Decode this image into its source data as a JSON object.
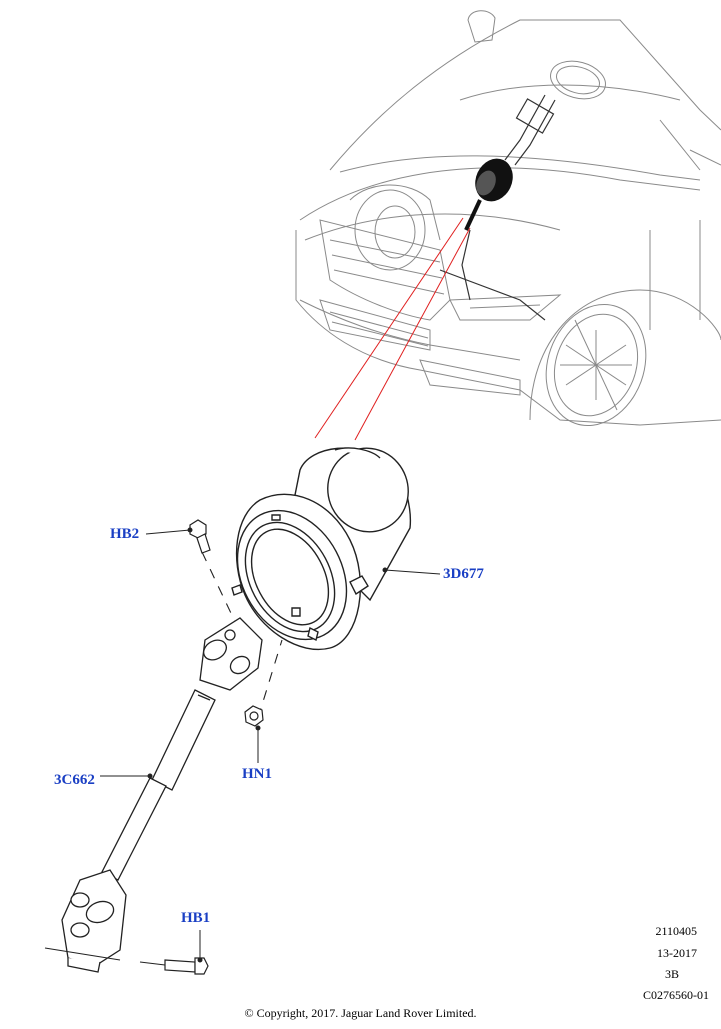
{
  "callouts": {
    "hb2": "HB2",
    "d3677": "3D677",
    "hn1": "HN1",
    "c3662": "3C662",
    "hb1": "HB1"
  },
  "reference": {
    "code": "2110405",
    "date": "13-2017",
    "section": "3B",
    "illustration": "C0276560-01"
  },
  "footer": {
    "copyright": "© Copyright, 2017. Jaguar Land Rover Limited."
  },
  "colors": {
    "callout_text": "#1a3fc4",
    "leader_red": "#e02020",
    "line_art": "#222222",
    "car_outline": "#8a8a8a"
  }
}
